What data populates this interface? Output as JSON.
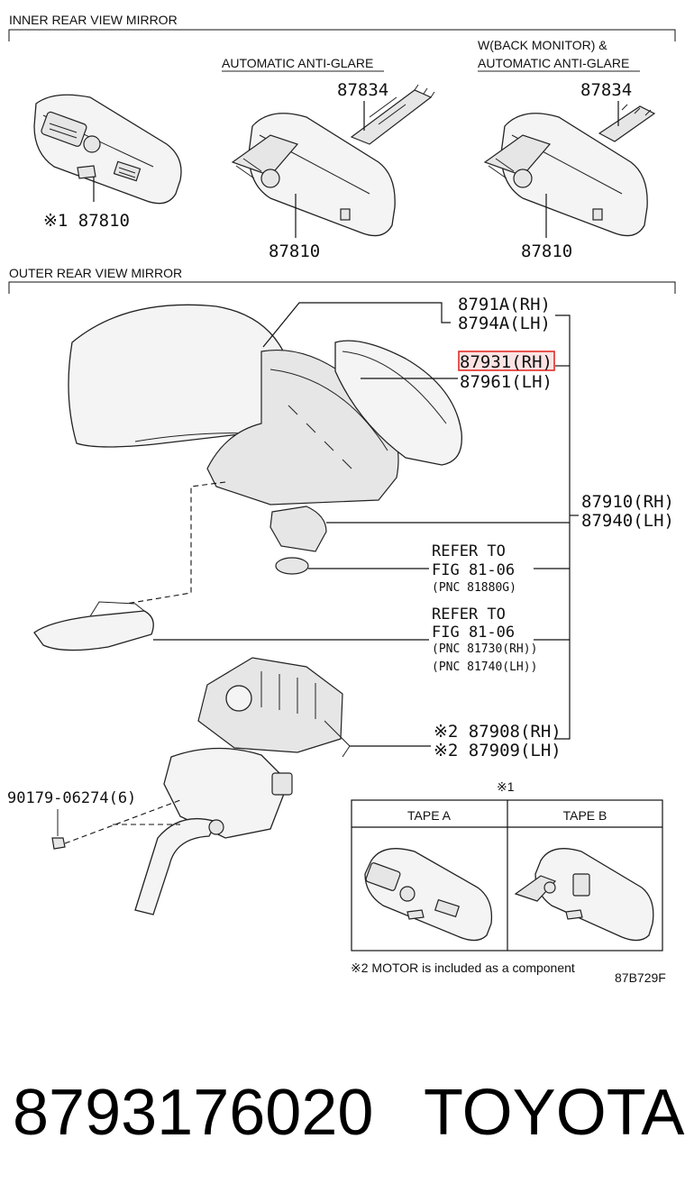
{
  "sections": {
    "inner": "INNER REAR VIEW MIRROR",
    "outer": "OUTER REAR VIEW MIRROR"
  },
  "inner_mirror": {
    "variant_auto": "AUTOMATIC ANTI-GLARE",
    "variant_monitor_line1": "W(BACK MONITOR) &",
    "variant_monitor_line2": "AUTOMATIC ANTI-GLARE",
    "parts": {
      "p1_label": "※1 87810",
      "p2_cover": "87834",
      "p2_mirror": "87810",
      "p3_cover": "87834",
      "p3_mirror": "87810"
    }
  },
  "outer_mirror": {
    "cover_rh": "8791A(RH)",
    "cover_lh": "8794A(LH)",
    "glass_rh": "87931(RH)",
    "glass_lh": "87961(LH)",
    "assy_rh": "87910(RH)",
    "assy_lh": "87940(LH)",
    "refer1": {
      "line1": "REFER TO",
      "line2": "FIG 81-06",
      "line3": "(PNC 81880G)"
    },
    "refer2": {
      "line1": "REFER TO",
      "line2": "FIG 81-06",
      "line3": "(PNC 81730(RH))",
      "line4": "(PNC 81740(LH))"
    },
    "motor_rh": "※2 87908(RH)",
    "motor_lh": "※2 87909(LH)",
    "screw": "90179-06274(6)"
  },
  "tape_table": {
    "marker": "※1",
    "col_a": "TAPE A",
    "col_b": "TAPE B"
  },
  "notes": {
    "motor_note": "※2 MOTOR is included as a component",
    "fig_code": "87B729F"
  },
  "footer": {
    "part_number": "8793176020",
    "brand": "TOYOTA"
  },
  "highlight_color": "#e0201b"
}
